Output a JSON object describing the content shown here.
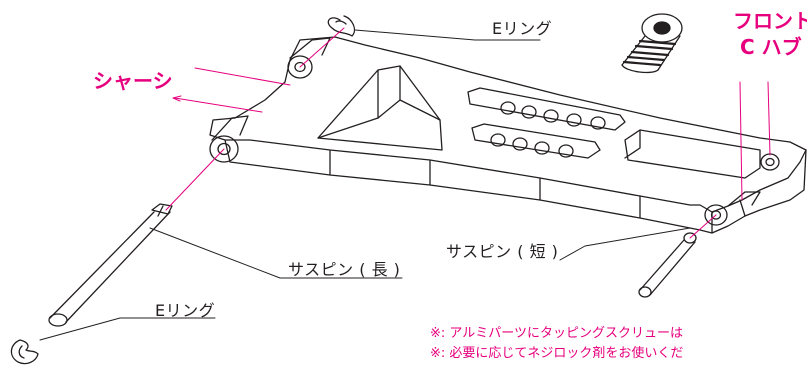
{
  "labels": {
    "e_ring_top": "Eリング",
    "e_ring_bottom": "Eリング",
    "chassis": "シャーシ",
    "front_c_hub_line1": "フロント",
    "front_c_hub_line2": "C ハブ",
    "sus_pin_long": "サスピン ( 長 )",
    "sus_pin_short": "サスピン ( 短 )"
  },
  "notes": [
    "※: アルミパーツにタッピングスクリューは",
    "※: 必要に応じてネジロック剤をお使いくだ"
  ],
  "colors": {
    "accent": "#e6007e",
    "line": "#231f20"
  }
}
